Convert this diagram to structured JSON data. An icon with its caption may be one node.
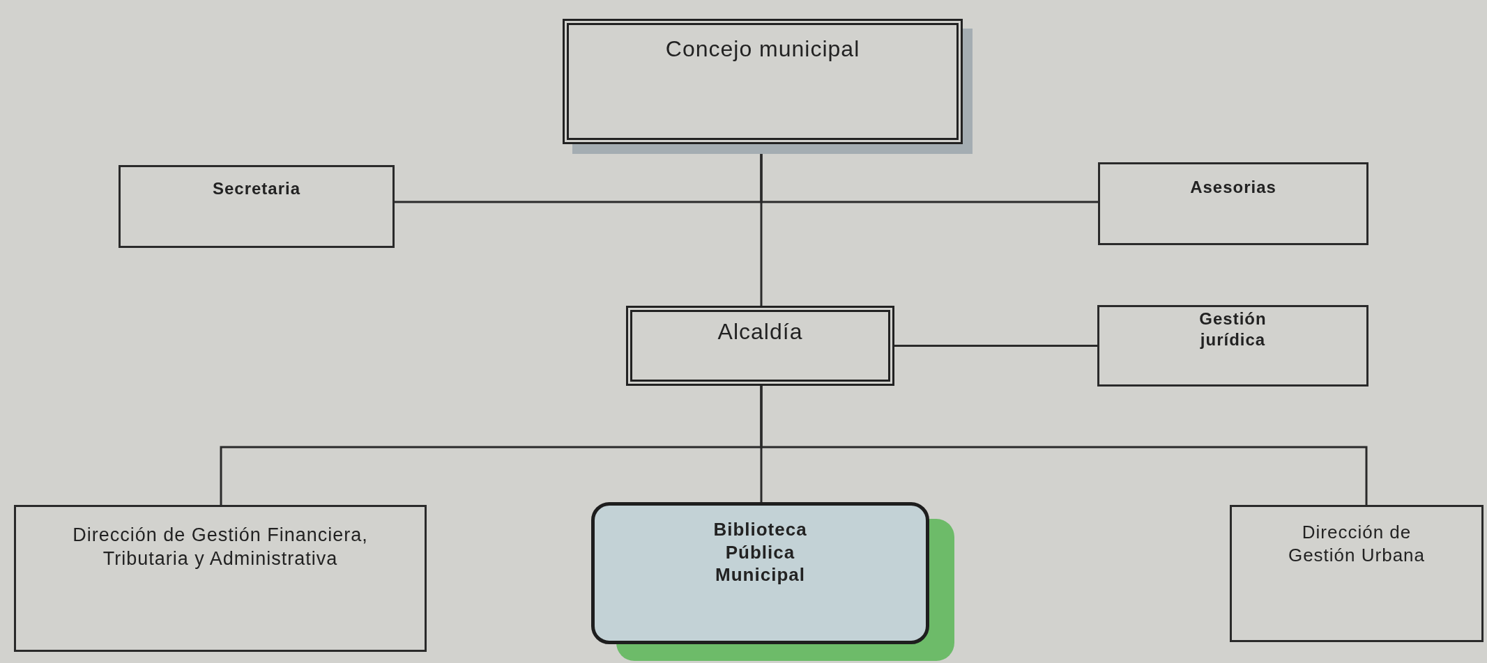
{
  "diagram": {
    "nodes": [
      {
        "text": [
          "Concejo municipal"
        ]
      },
      {
        "text": [
          "Secretaria"
        ]
      },
      {
        "text": [
          "Asesorias"
        ]
      },
      {
        "text": [
          "Alcaldía"
        ]
      },
      {
        "text": [
          "Gestión jurídica"
        ]
      },
      {
        "text": [
          "Dirección de Gestión Financiera, Tributaria y Administrativa"
        ]
      },
      {
        "text": [
          "Biblioteca Pública Municipal"
        ]
      },
      {
        "text": [
          "Dirección de Gestión Urbana"
        ]
      }
    ],
    "edges": [
      {
        "from": 0,
        "to": 1,
        "arrow": "none"
      },
      {
        "from": 0,
        "to": 2,
        "arrow": "none"
      },
      {
        "from": 0,
        "to": 3,
        "arrow": "none"
      },
      {
        "from": 3,
        "to": 4,
        "arrow": "none"
      },
      {
        "from": 3,
        "to": 5,
        "arrow": "none"
      },
      {
        "from": 3,
        "to": 6,
        "arrow": "none"
      },
      {
        "from": 3,
        "to": 7,
        "arrow": "none"
      }
    ]
  }
}
